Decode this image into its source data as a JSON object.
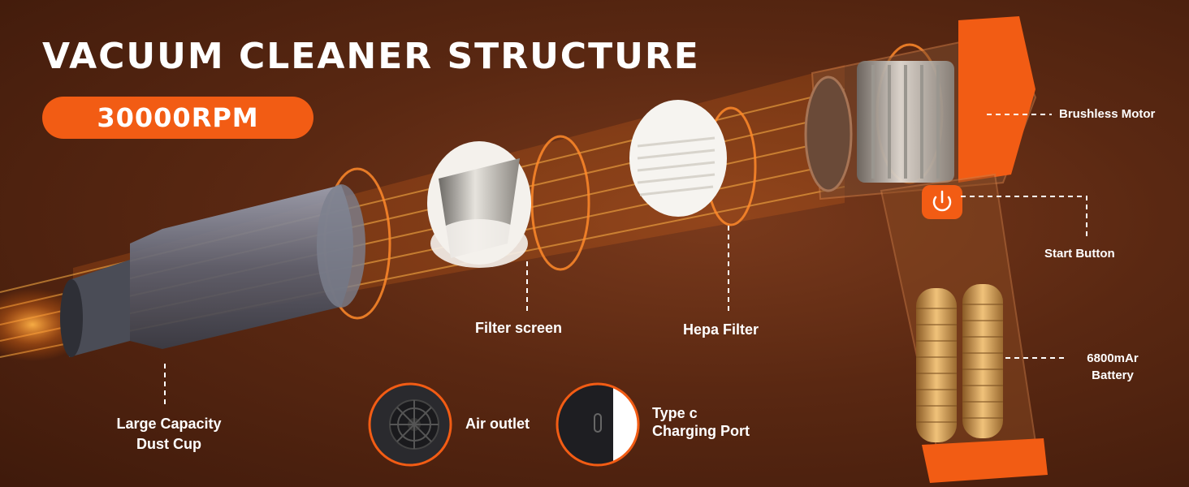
{
  "title": "VACUUM CLEANER STRUCTURE",
  "badge": "30000RPM",
  "labels": {
    "dust_cup_line1": "Large Capacity",
    "dust_cup_line2": "Dust Cup",
    "filter_screen": "Filter screen",
    "hepa_filter": "Hepa Filter",
    "air_outlet": "Air outlet",
    "type_c_line1": "Type c",
    "type_c_line2": "Charging Port",
    "brushless_motor": "Brushless Motor",
    "start_button": "Start Button",
    "battery_line1": "6800mAr",
    "battery_line2": "Battery"
  },
  "colors": {
    "accent": "#f25c14",
    "background": "#5a2812",
    "text": "#ffffff"
  },
  "icons": [
    "power-icon",
    "usb-c-port-icon",
    "air-outlet-grille-icon"
  ]
}
